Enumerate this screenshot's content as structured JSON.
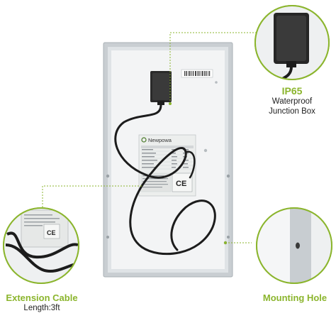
{
  "colors": {
    "accent": "#8bb52d",
    "frame": "#c9ced2",
    "panel_back": "#f3f4f5",
    "cable": "#1c1c1c",
    "junction_box": "#2a2a2a"
  },
  "brand": {
    "name": "Newpowa"
  },
  "callouts": {
    "junction_box": {
      "title": "IP65",
      "line1": "Waterproof",
      "line2": "Junction Box"
    },
    "cable": {
      "title": "Extension Cable",
      "subtitle": "Length:3ft"
    },
    "hole": {
      "title": "Mounting Hole"
    }
  },
  "icons": [
    "newpowa-logo-icon",
    "ce-mark-icon",
    "barcode-sticker"
  ],
  "label_sticker": {
    "marks": [
      "CE"
    ]
  }
}
